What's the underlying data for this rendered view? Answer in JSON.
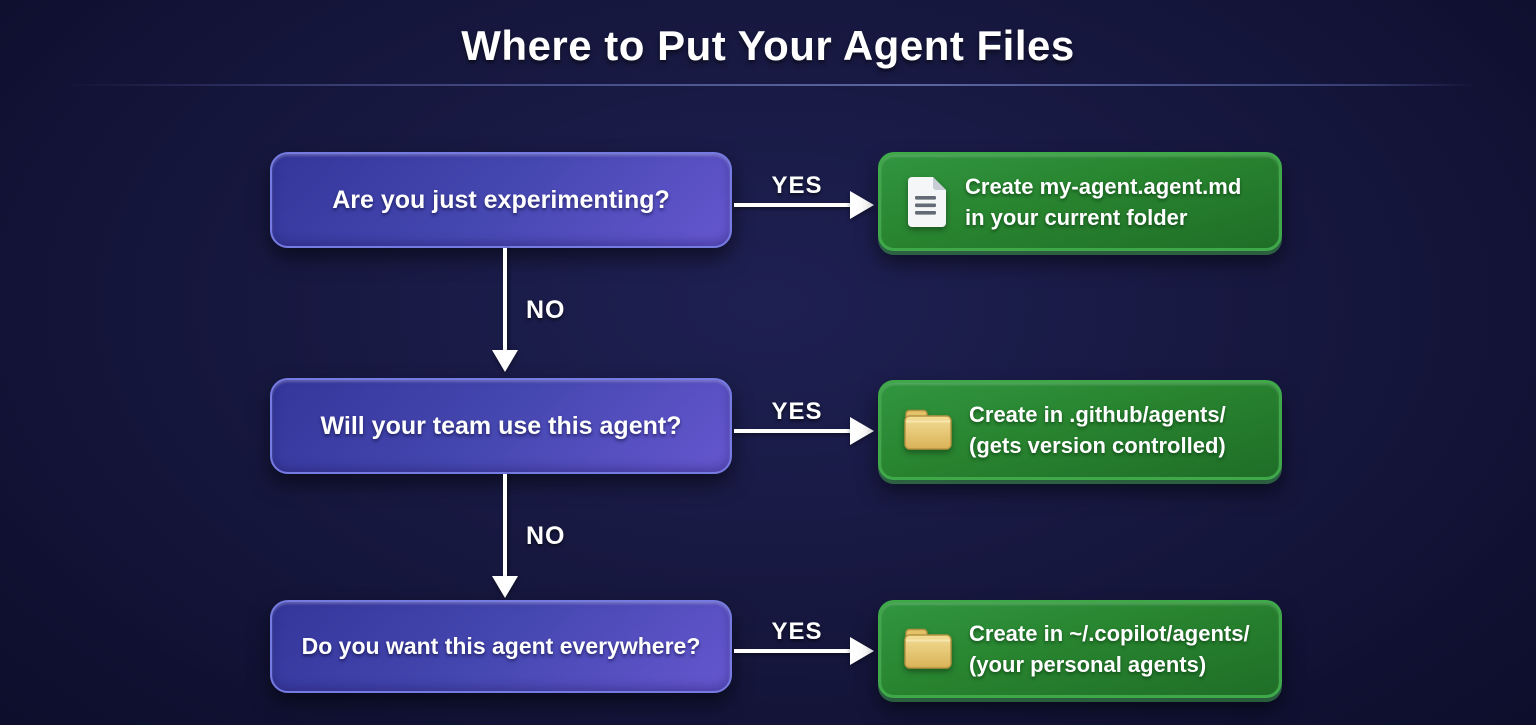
{
  "title": "Where to Put Your Agent Files",
  "flow": {
    "rows": [
      {
        "question": "Are you just experimenting?",
        "yes_label": "YES",
        "no_label": "NO",
        "result": {
          "icon": "document-icon",
          "line1": "Create my-agent.agent.md",
          "line2": "in your current folder"
        }
      },
      {
        "question": "Will your team use this agent?",
        "yes_label": "YES",
        "no_label": "NO",
        "result": {
          "icon": "folder-icon",
          "line1": "Create in .github/agents/",
          "line2": "(gets version controlled)"
        }
      },
      {
        "question": "Do you want this agent everywhere?",
        "yes_label": "YES",
        "result": {
          "icon": "folder-icon",
          "line1": "Create in ~/.copilot/agents/",
          "line2": "(your personal agents)"
        }
      }
    ]
  },
  "colors": {
    "background": "#14153c",
    "question_box_gradient_start": "#34369b",
    "question_box_gradient_end": "#6557cf",
    "question_box_border": "#767be2",
    "result_box_gradient_start": "#319540",
    "result_box_gradient_end": "#1f6e28",
    "result_box_border": "#3fa94a",
    "arrow_color": "#ffffff",
    "folder_icon_color": "#e8c96d",
    "document_icon_color": "#f4f6f8"
  }
}
